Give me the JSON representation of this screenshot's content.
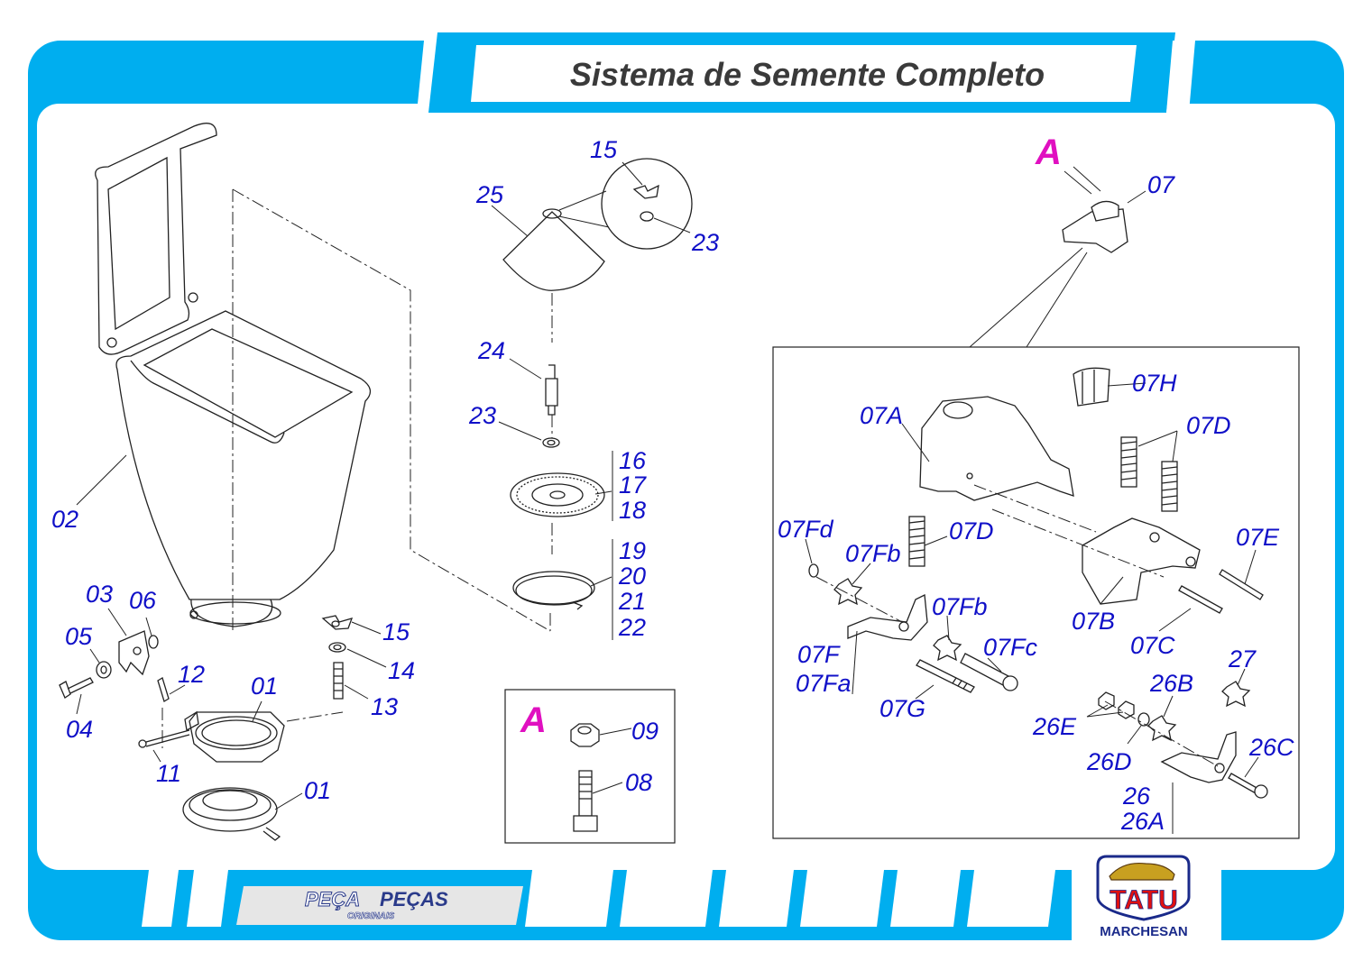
{
  "title": "Sistema de Semente Completo",
  "colors": {
    "frame": "#00aeef",
    "label": "#1010c8",
    "callout": "#e010c0",
    "title": "#3a3a3a"
  },
  "callouts": {
    "detail_a_top": "A",
    "detail_a_box": "A"
  },
  "labels": {
    "p02": "02",
    "p03": "03",
    "p06": "06",
    "p05": "05",
    "p04": "04",
    "p12": "12",
    "p01a": "01",
    "p01b": "01",
    "p11": "11",
    "p15a": "15",
    "p14": "14",
    "p13": "13",
    "p15b": "15",
    "p25": "25",
    "p23a": "23",
    "p24": "24",
    "p23b": "23",
    "p16": "16",
    "p17": "17",
    "p18": "18",
    "p19": "19",
    "p20": "20",
    "p21": "21",
    "p22": "22",
    "p09": "09",
    "p08": "08",
    "p07": "07",
    "p07H": "07H",
    "p07A": "07A",
    "p07Da": "07D",
    "p07Db": "07D",
    "p07Fd": "07Fd",
    "p07Fb_a": "07Fb",
    "p07Fb_b": "07Fb",
    "p07E": "07E",
    "p07B": "07B",
    "p07C": "07C",
    "p07F": "07F",
    "p07Fa": "07Fa",
    "p07Fc": "07Fc",
    "p07G": "07G",
    "p27": "27",
    "p26B": "26B",
    "p26E": "26E",
    "p26D": "26D",
    "p26C": "26C",
    "p26": "26",
    "p26A": "26A"
  },
  "footer": {
    "stamp_ghost": "PEÇA",
    "stamp_main": "PEÇAS",
    "stamp_sub": "ORIGINAIS",
    "brand": "TATU",
    "company": "MARCHESAN"
  }
}
